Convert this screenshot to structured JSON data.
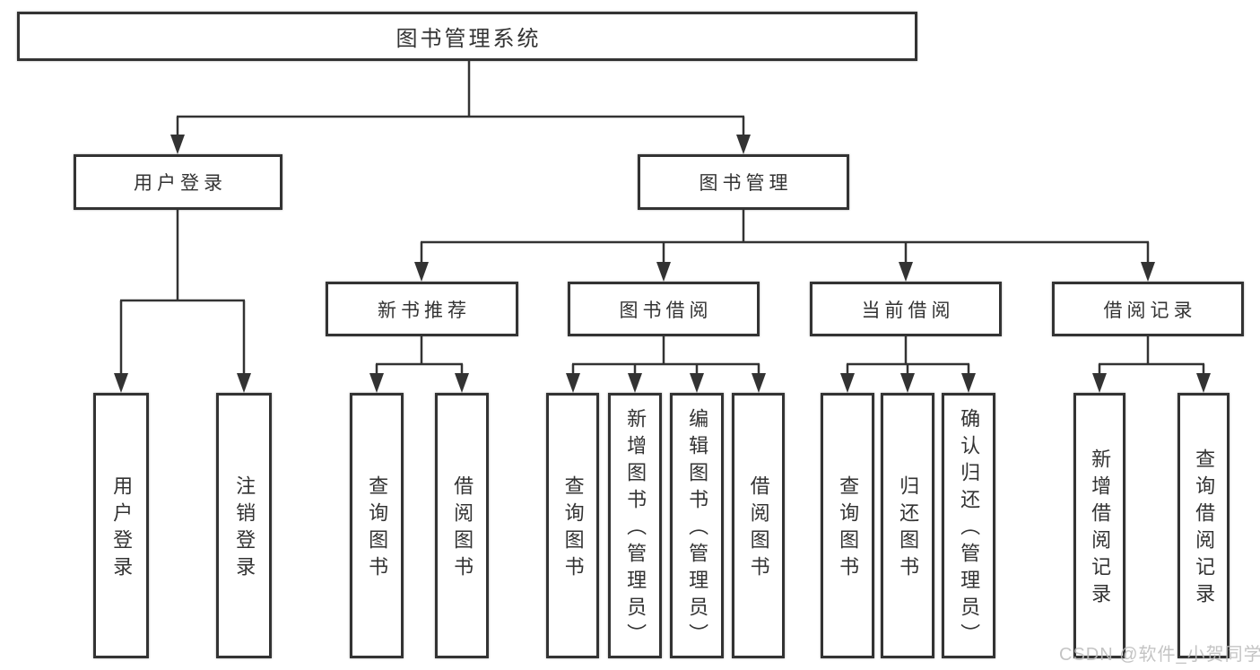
{
  "diagram_type": "functional-structure-tree",
  "hierarchy": {
    "label": "图书管理系统",
    "children": [
      {
        "label": "用户登录",
        "children": [
          "用户登录",
          "注销登录"
        ]
      },
      {
        "label": "图书管理",
        "children": [
          {
            "label": "新书推荐",
            "children": [
              "查询图书",
              "借阅图书"
            ]
          },
          {
            "label": "图书借阅",
            "children": [
              "查询图书",
              "新增图书（管理员）",
              "编辑图书（管理员）",
              "借阅图书"
            ]
          },
          {
            "label": "当前借阅",
            "children": [
              "查询图书",
              "归还图书",
              "确认归还（管理员）"
            ]
          },
          {
            "label": "借阅记录",
            "children": [
              "新增借阅记录",
              "查询借阅记录"
            ]
          }
        ]
      }
    ]
  },
  "watermark": {
    "text": "CSDN @软件_小贺同学"
  },
  "colors": {
    "line": "#333333",
    "box_border": "#333333",
    "box_fill": "#ffffff",
    "text": "#333333",
    "watermark": "#bcbcbc",
    "background": "#ffffff"
  }
}
